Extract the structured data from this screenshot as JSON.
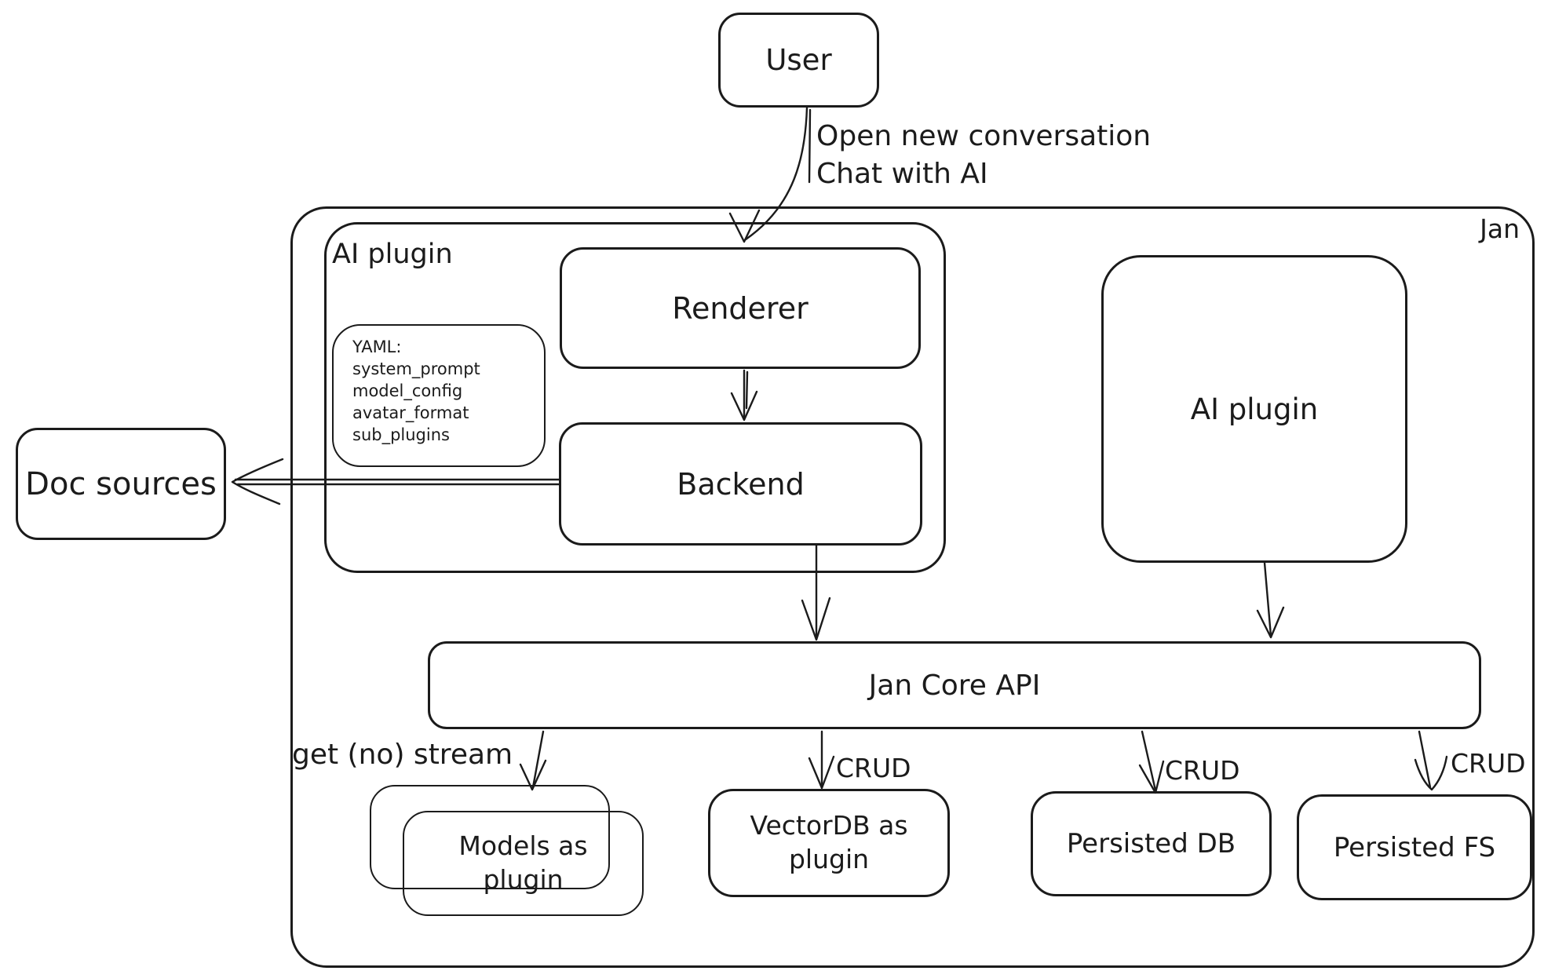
{
  "diagram_title": "Jan",
  "colors": {
    "stroke": "#1b1b1b",
    "background": "#ffffff"
  },
  "nodes": {
    "user": {
      "label": "User"
    },
    "jan": {
      "label": "Jan"
    },
    "ai_plugin_container": {
      "label": "AI plugin"
    },
    "renderer": {
      "label": "Renderer"
    },
    "yaml_note": {
      "lines": [
        "YAML:",
        "system_prompt",
        "model_config",
        "avatar_format",
        "sub_plugins"
      ]
    },
    "backend": {
      "label": "Backend"
    },
    "doc_sources": {
      "label": "Doc sources"
    },
    "ai_plugin_right": {
      "label": "AI plugin"
    },
    "jan_core_api": {
      "label": "Jan Core API"
    },
    "models_plugin": {
      "label": "Models as\nplugin"
    },
    "vector_db": {
      "label": "VectorDB as\nplugin"
    },
    "persisted_db": {
      "label": "Persisted DB"
    },
    "persisted_fs": {
      "label": "Persisted FS"
    }
  },
  "edges": {
    "user_to_renderer": {
      "label": "Open new conversation\nChat with AI"
    },
    "core_to_models": {
      "label": "get (no) stream"
    },
    "core_to_vectordb": {
      "label": "CRUD"
    },
    "core_to_persisted_db": {
      "label": "CRUD"
    },
    "core_to_persisted_fs": {
      "label": "CRUD"
    }
  }
}
